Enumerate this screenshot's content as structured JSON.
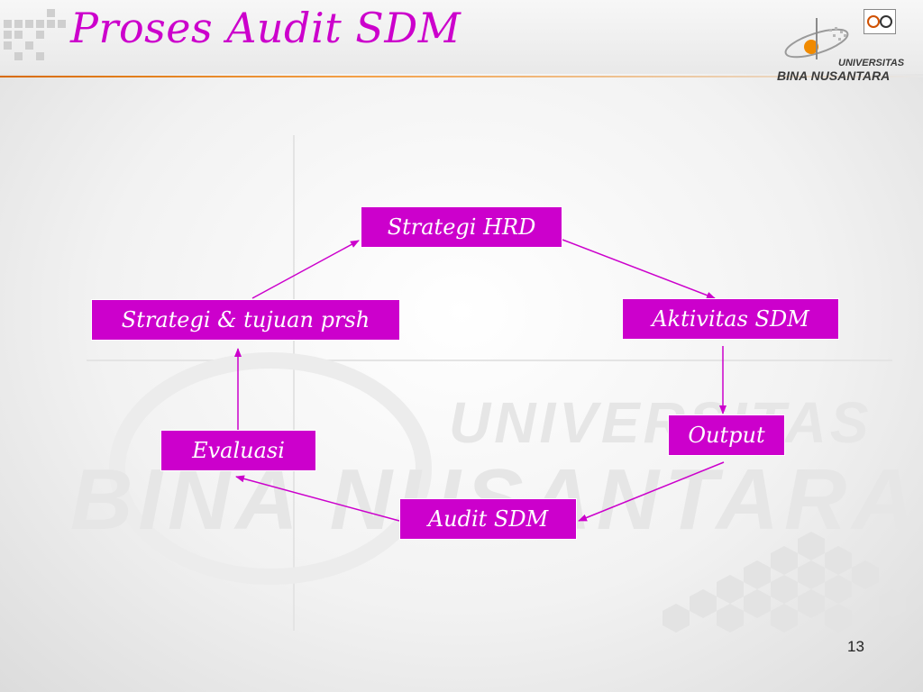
{
  "slide": {
    "title": "Proses Audit SDM",
    "page_number": "13"
  },
  "logo": {
    "line1": "UNIVERSITAS",
    "line2": "BINA NUSANTARA"
  },
  "watermark": {
    "line1": "UNIVERSITAS",
    "line2": "BINA NUSANTARA"
  },
  "diagram": {
    "nodes": [
      {
        "id": "hrd",
        "label": "Strategi HRD"
      },
      {
        "id": "strat",
        "label": "Strategi & tujuan prsh"
      },
      {
        "id": "akt",
        "label": "Aktivitas SDM"
      },
      {
        "id": "out",
        "label": "Output"
      },
      {
        "id": "eval",
        "label": "Evaluasi"
      },
      {
        "id": "audit",
        "label": "Audit SDM"
      }
    ],
    "edges": [
      {
        "from": "hrd",
        "to": "akt"
      },
      {
        "from": "akt",
        "to": "out"
      },
      {
        "from": "out",
        "to": "audit"
      },
      {
        "from": "audit",
        "to": "eval"
      },
      {
        "from": "eval",
        "to": "strat"
      },
      {
        "from": "strat",
        "to": "hrd"
      }
    ],
    "colors": {
      "node_fill": "#cc00cc",
      "node_text": "#ffffff",
      "arrow": "#cc00cc",
      "title": "#cc00cc"
    }
  }
}
